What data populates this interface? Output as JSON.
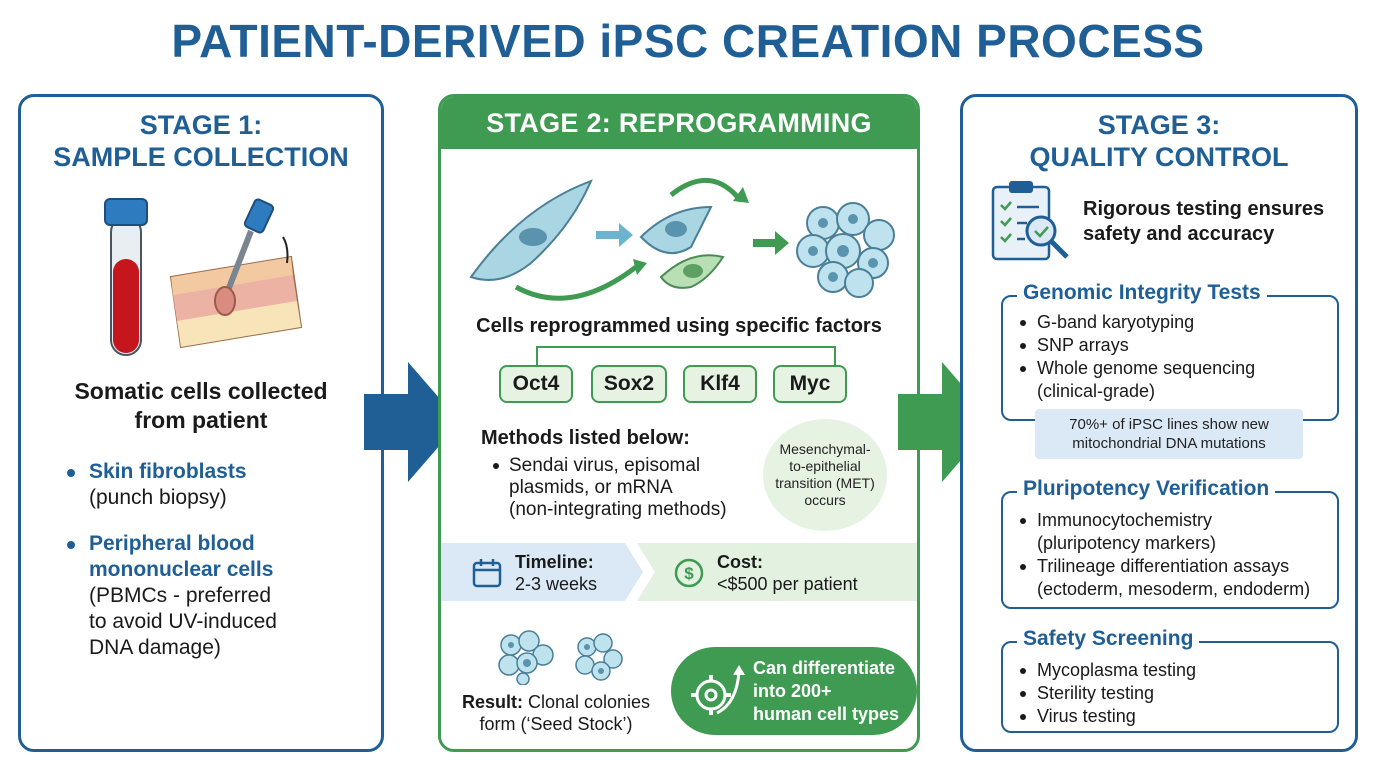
{
  "title": "PATIENT-DERIVED iPSC CREATION PROCESS",
  "stage1": {
    "heading_line1": "STAGE 1:",
    "heading_line2": "SAMPLE COLLECTION",
    "main_line1": "Somatic cells collected",
    "main_line2": "from patient",
    "items": [
      {
        "highlight": "Skin fibroblasts",
        "detail": "(punch biopsy)"
      },
      {
        "highlight_line1": "Peripheral blood",
        "highlight_line2": "mononuclear cells",
        "detail_line1": "(PBMCs - preferred",
        "detail_line2": "to avoid UV-induced",
        "detail_line3": "DNA damage)"
      }
    ]
  },
  "stage2": {
    "heading": "STAGE 2: REPROGRAMMING",
    "subheading": "Cells reprogrammed using specific factors",
    "factors": [
      "Oct4",
      "Sox2",
      "Klf4",
      "Myc"
    ],
    "methods_heading": "Methods listed below:",
    "methods_line1": "Sendai virus, episomal",
    "methods_line2": "plasmids, or mRNA",
    "methods_line3": "(non-integrating methods)",
    "met_line1": "Mesenchymal-",
    "met_line2": "to-epithelial",
    "met_line3": "transition (MET)",
    "met_line4": "occurs",
    "timeline_label": "Timeline:",
    "timeline_value": "2-3 weeks",
    "cost_label": "Cost:",
    "cost_value": "<$500 per patient",
    "result_label": "Result:",
    "result_line1": " Clonal colonies",
    "result_line2": "form (‘Seed Stock’)",
    "pill_line1": "Can differentiate",
    "pill_line2": "into 200+",
    "pill_line3": "human cell types"
  },
  "stage3": {
    "heading_line1": "STAGE 3:",
    "heading_line2": "QUALITY CONTROL",
    "intro_line1": "Rigorous testing ensures",
    "intro_line2": "safety and accuracy",
    "genomic": {
      "heading": "Genomic Integrity Tests",
      "items": [
        "G-band karyotyping",
        "SNP arrays",
        "Whole genome sequencing"
      ],
      "item3_line2": "(clinical-grade)"
    },
    "note_line1": "70%+ of iPSC lines show new",
    "note_line2": "mitochondrial DNA mutations",
    "pluri": {
      "heading": "Pluripotency Verification",
      "item1_line1": "Immunocytochemistry",
      "item1_line2": "(pluripotency markers)",
      "item2_line1": "Trilineage differentiation assays",
      "item2_line2": "(ectoderm, mesoderm, endoderm)"
    },
    "safety": {
      "heading": "Safety Screening",
      "items": [
        "Mycoplasma testing",
        "Sterility testing",
        "Virus testing"
      ]
    }
  },
  "colors": {
    "blue": "#1f5f96",
    "green": "#3f9a52",
    "light_blue": "#dbe9f6",
    "light_green": "#e2f1e0"
  },
  "icons": [
    "blood-tube-icon",
    "skin-biopsy-icon",
    "cell-reprogramming-icon",
    "calendar-icon",
    "dollar-icon",
    "colony-icon",
    "gear-arrow-icon",
    "clipboard-magnifier-icon"
  ]
}
